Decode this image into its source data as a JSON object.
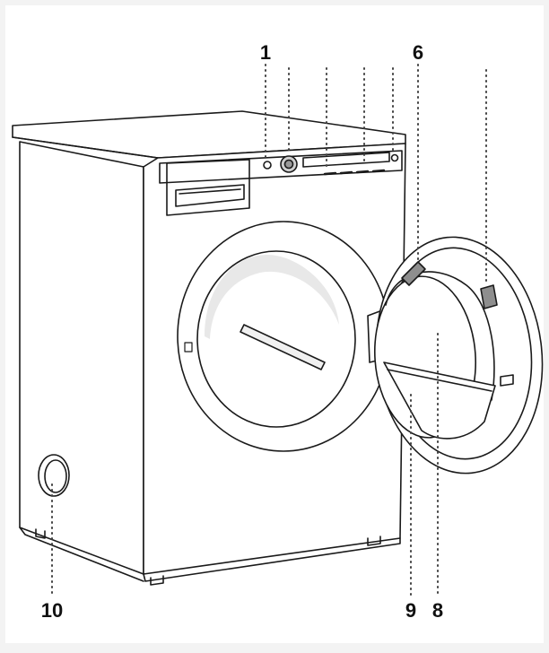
{
  "labels": {
    "l1": "1",
    "l6": "6",
    "l8": "8",
    "l9": "9",
    "l10": "10"
  },
  "colors": {
    "background": "#f3f3f3",
    "panel": "#ffffff",
    "line": "#1a1a1a",
    "shade": "#8e8e8e",
    "leader": "#444444"
  }
}
